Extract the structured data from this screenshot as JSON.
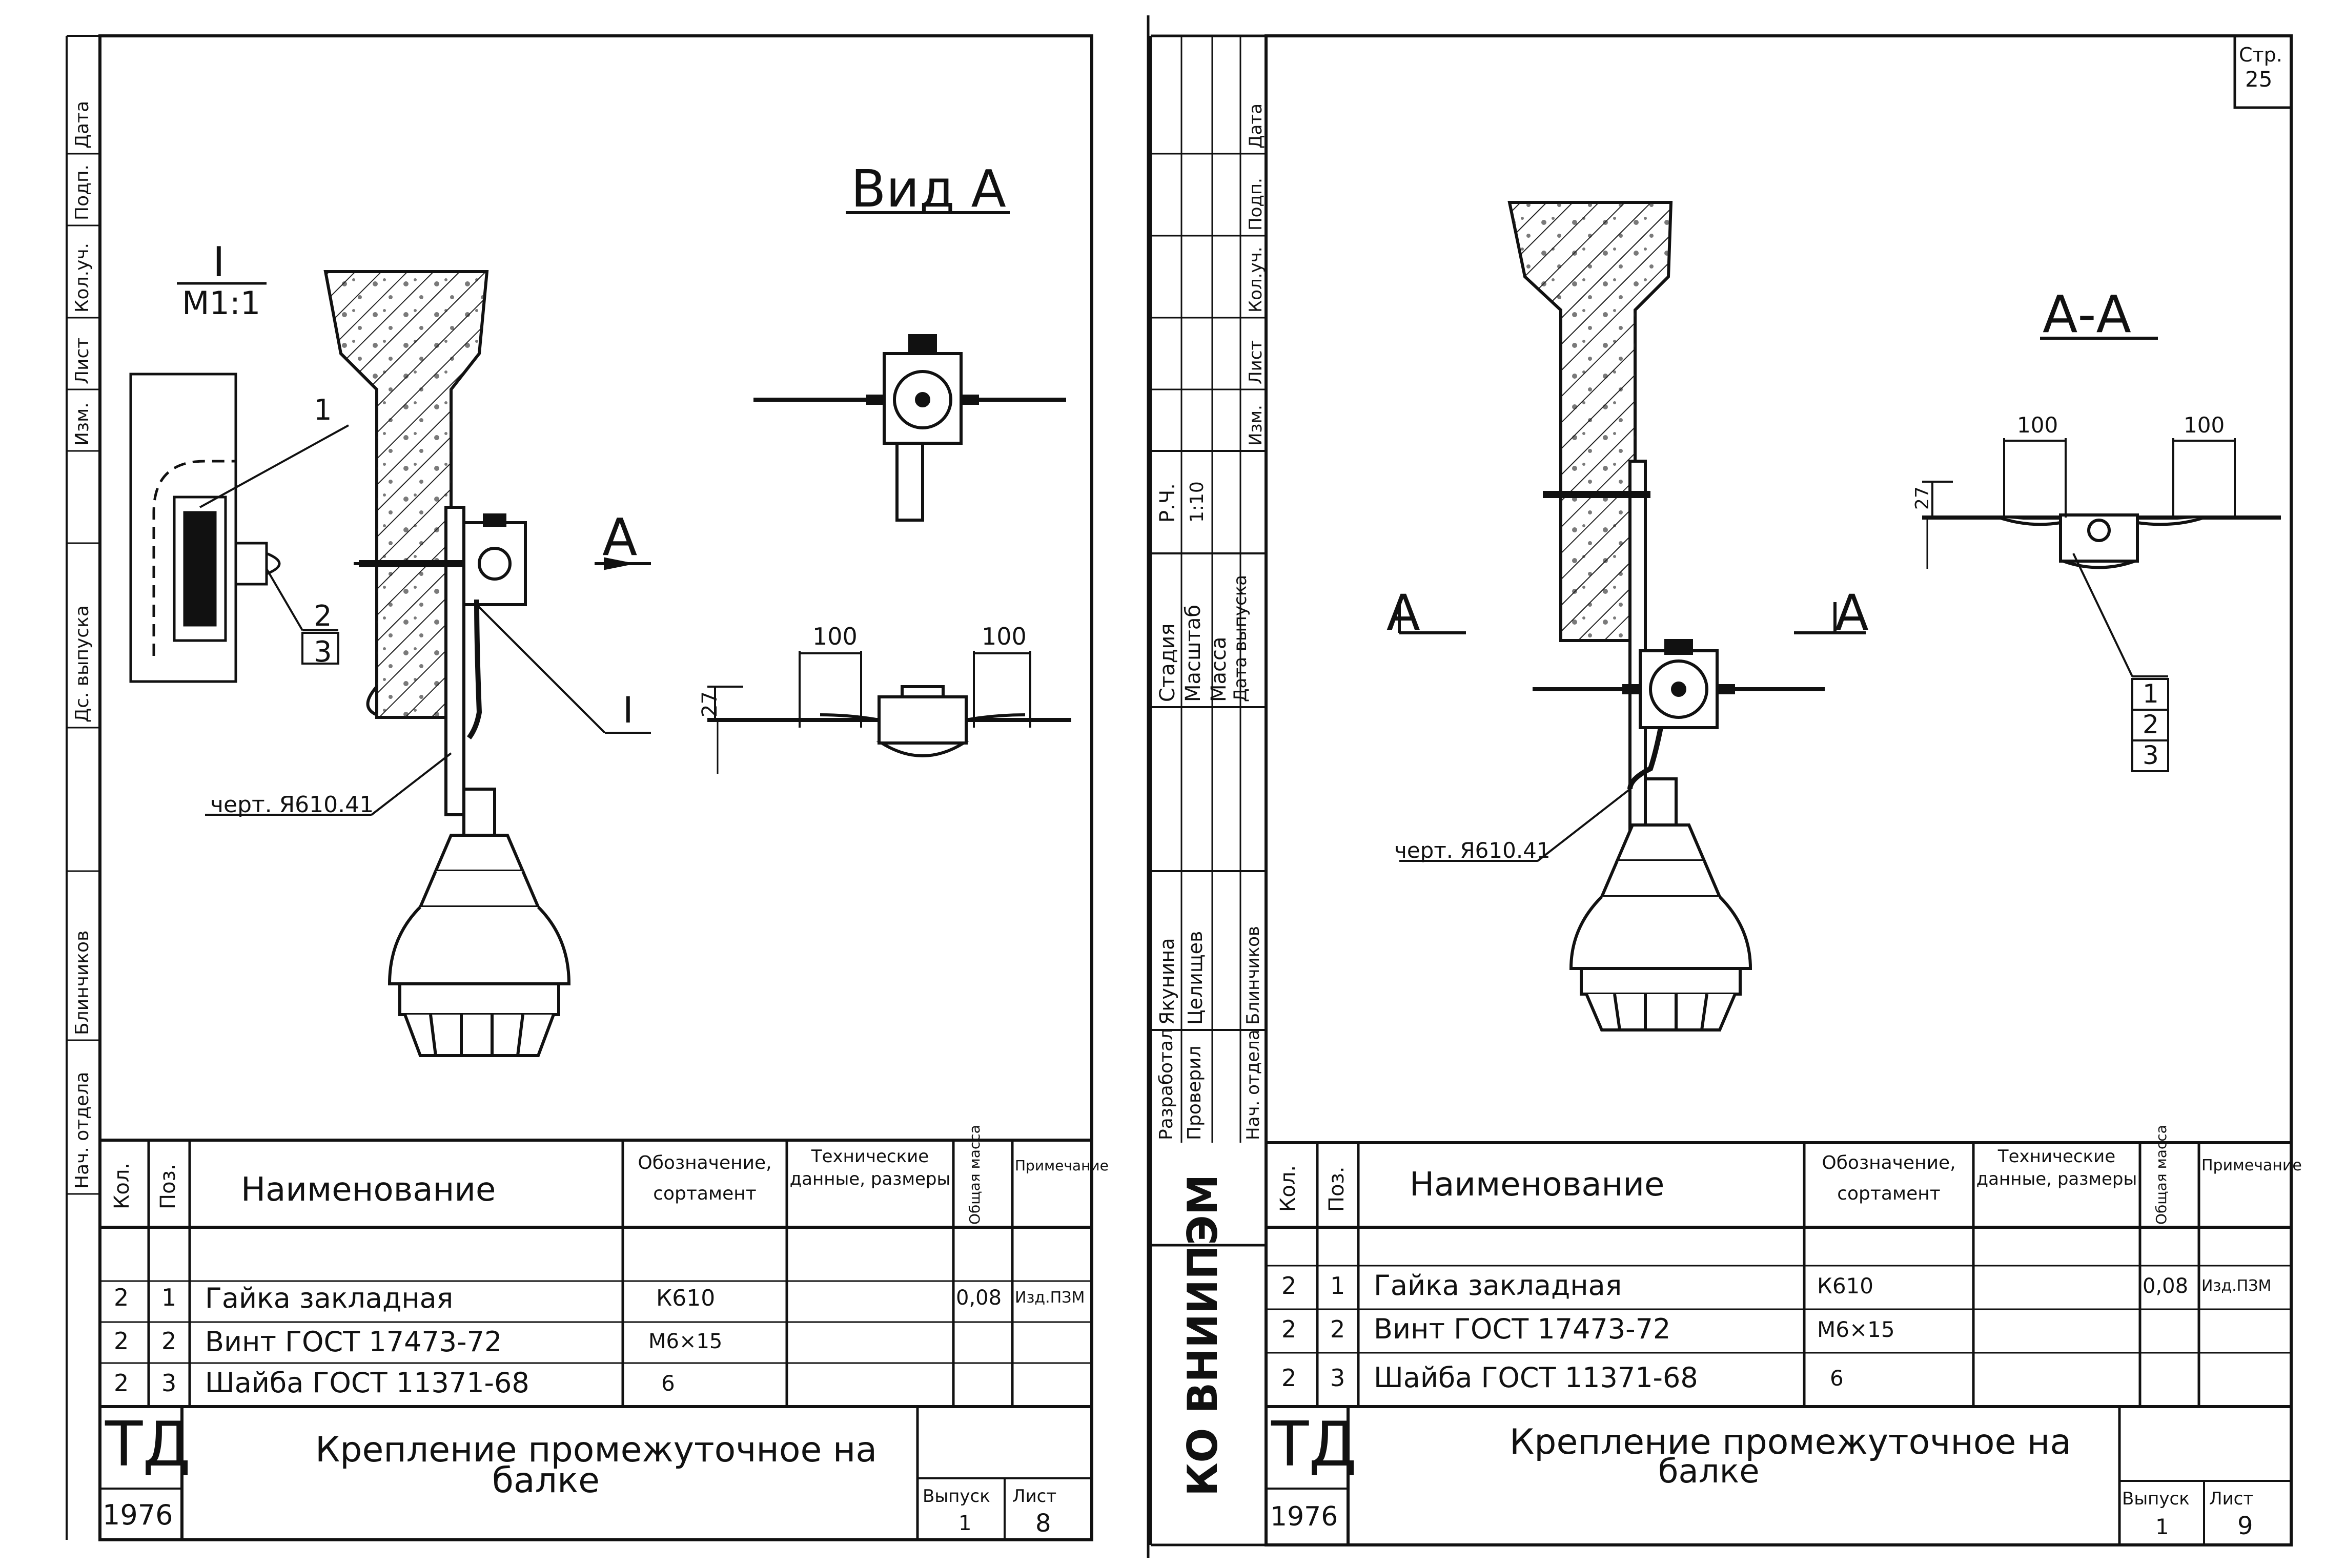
{
  "left_sheet": {
    "view_title": "Вид А",
    "section_mark": {
      "roman": "I",
      "scale": "М1:1"
    },
    "callouts": [
      "1",
      "2",
      "3"
    ],
    "view_arrow_label": "А",
    "detail_marker": "I",
    "drawing_ref": "черт. Я610.41",
    "dimensions": {
      "left": "100",
      "right": "100",
      "height": "27"
    },
    "side_stamp": [
      "Изм.",
      "Лист",
      "Кол.уч.",
      "Подп.",
      "Дата",
      "Дс. выпуска",
      "Блинчиков",
      "Нач. отдела"
    ],
    "spec_headers": {
      "qty": "Кол.",
      "pos": "Поз.",
      "name": "Наименование",
      "designation": "Обозначение, сортамент",
      "tech": "Технические данные, размеры",
      "mass": "Общая масса",
      "note": "Примечание"
    },
    "spec_rows": [
      {
        "qty": "2",
        "pos": "1",
        "name": "Гайка закладная",
        "designation": "К610",
        "tech": "",
        "mass": "0,08",
        "note": "Изд.ПЗМ"
      },
      {
        "qty": "2",
        "pos": "2",
        "name": "Винт ГОСТ 17473-72",
        "designation": "М6×15",
        "tech": "",
        "mass": "",
        "note": ""
      },
      {
        "qty": "2",
        "pos": "3",
        "name": "Шайба ГОСТ 11371-68",
        "designation": "6",
        "tech": "",
        "mass": "",
        "note": ""
      }
    ],
    "title_block": {
      "logo": "ТД",
      "year": "1976",
      "title_line1": "Крепление промежуточное на",
      "title_line2": "балке",
      "issue_label": "Выпуск",
      "issue": "1",
      "sheet_label": "Лист",
      "sheet": "8"
    }
  },
  "right_sheet": {
    "page_label": "Стр.",
    "page_number": "25",
    "section_title": "А-А",
    "view_arrow_label": "А",
    "callouts": [
      "1",
      "2",
      "3"
    ],
    "drawing_ref": "черт. Я610.41",
    "dimensions": {
      "left": "100",
      "right": "100",
      "height": "27"
    },
    "side_stamp": [
      "Изм.",
      "Лист",
      "Кол.уч.",
      "Подп.",
      "Дата",
      "Р.Ч.",
      "1:10",
      "Стадия",
      "Масштаб",
      "Масса",
      "Дата выпуска",
      "Якунина",
      "Целищев",
      "Блинчиков",
      "Разработал",
      "Проверил",
      "Нач. отдела"
    ],
    "org": "КО ВНИИПЭМ",
    "spec_headers": {
      "qty": "Кол.",
      "pos": "Поз.",
      "name": "Наименование",
      "designation": "Обозначение, сортамент",
      "tech": "Технические данные, размеры",
      "mass": "Общая масса",
      "note": "Примечание"
    },
    "spec_rows": [
      {
        "qty": "2",
        "pos": "1",
        "name": "Гайка закладная",
        "designation": "К610",
        "tech": "",
        "mass": "0,08",
        "note": "Изд.ПЗМ"
      },
      {
        "qty": "2",
        "pos": "2",
        "name": "Винт ГОСТ 17473-72",
        "designation": "М6×15",
        "tech": "",
        "mass": "",
        "note": ""
      },
      {
        "qty": "2",
        "pos": "3",
        "name": "Шайба ГОСТ 11371-68",
        "designation": "6",
        "tech": "",
        "mass": "",
        "note": ""
      }
    ],
    "title_block": {
      "logo": "ТД",
      "year": "1976",
      "title_line1": "Крепление промежуточное на",
      "title_line2": "балке",
      "issue_label": "Выпуск",
      "issue": "1",
      "sheet_label": "Лист",
      "sheet": "9"
    }
  }
}
